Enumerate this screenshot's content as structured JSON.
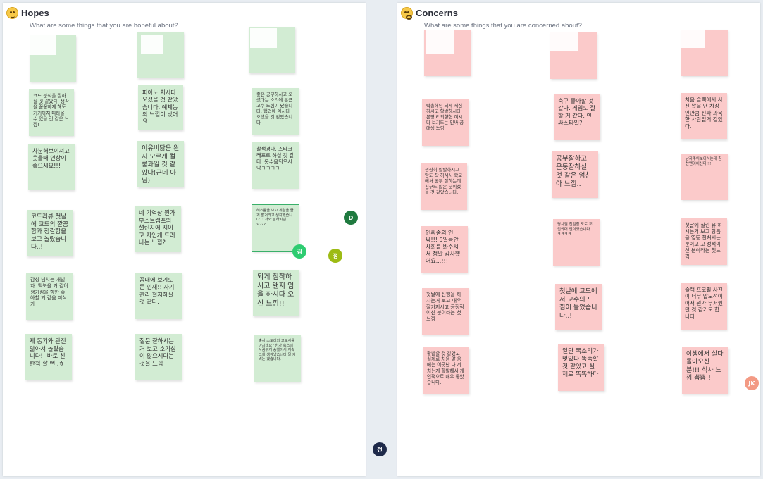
{
  "hopes": {
    "title": "Hopes",
    "subtitle": "What are some things that you are hopeful about?",
    "icon": "hopeful-face-icon",
    "notes": [
      "",
      "",
      "",
      "코드 분석을 잘하실 것 같았다. 생각을 꼼꼼하게 해도 거기까지 따라올 수 있을 것 같은 느낌!",
      "피아노 치시다 오셨을 것 같았습니다. 예체능의 느낌이 났어요",
      "좋은 공부하시고 오셨다는 소리에 은근 고수 느낌이 났습니다. 협업에 계시다 오셨을 것 같았습니다",
      "차분해보이셔고 웃을때 인상이 좋으세요!!!",
      "이유비닮음 완지 모르게 컬룽과일 것 같았다(근데 아님)",
      "찰색경다. 스타크래프트 하실 것 같다. 웃수음되으시닥ㅋㅋㅋㅋ",
      "코드리뷰 첫날에 코드의 깔끔함과 정갈함을 보고 놀랐습니다..!",
      "네 기억상 뭔가 부스트캠프의 챌린지에 지이고 지인게 드러나는 느낌?",
      "헤스톨을 보고 게임을 즐겨 할거라고 생각했습니다..! 저와 잘하시던요???",
      "감성 넘치는 개발자. 맥북을 거 같이 생기심을 항한 좋아할 거 같음 미식가",
      "꼼대에 보기도 든 인재!! 자기관리 철저하실 것 같다.",
      "되게 침착하시고 왠지 임을 하시다 오신 느낌!!",
      "제 동기와 완전 닮아서 놀랐습니다!! 바로 친한척 할 뻔..ㅎ",
      "질문 잘하시는 거 보고 호기심이 많으시다는 것을 느낌",
      "축서 스토리의 코로사를 아시네요? 한가 축스의 사람두게 승했어서 계속 그게 생각났습니다 될 가벼는 겠습니다."
    ]
  },
  "concerns": {
    "title": "Concerns",
    "subtitle": "What are some things that you are concerned about?",
    "icon": "worried-face-icon",
    "notes": [
      "",
      "",
      "",
      "박총해님 되게 세심하시고 활발하시다 본영 E 외향형 이시다 보기도는 인싸 공대생 느낌",
      "축구 좋아할 것 같다. 게임도 잘할 거 같다. 인싸스타일?",
      "처음 슬랙에서 사진 봤을 땐 차장인만큼 진짜 과묵한 사람일거 같았다.",
      "굉장히 활발하시고 맘도 착 하셔서 학교에서 공부 잘하는데 친구도 많은 분이셨을 것 같았습니다.",
      "공부잘하고 운동잘하실 것 같은 엄친아 느낌..",
      "남자주위보이셔는데 침찬밴이이신다!!!",
      "인싸중의 인싸!!! 5일동안 사회를 봐주셔서 정말 감사했어요...!!!",
      "평차원 친밀할 도로 조인와머 엔이였습니다..ㅋㅋㅋㅋ",
      "첫날에 질린 유 하시는거 보고 항듬을 영등 한쳐시는 분이고 고 정적이신 분이라는 첫느낌",
      "첫날에 진행을 하시는거 보고 매우 잘가지시고 긍정적이신 분이라는 첫느낌",
      "첫날에 코드에서 고수의 느낌이 들었습니다..!",
      "슬랙 프로필 사진이 너무 압도적이어서 뭔가 무서웠던 것 같기도 합니다..",
      "활발할 것 같았고 실제로 처음 알 음에는 어긋난 나 끼치는게 활발해서 개인적으로 매우 좋았습니다.",
      "일단 목소리가 멋있다 똑똑할 것 같았고 실제로 똑똑하다",
      "야생에서 살다 돌아오신 분!!! 석사 느낌 뿜뿜!!"
    ]
  },
  "cursors": [
    "D",
    "김",
    "정",
    "전",
    "JK"
  ],
  "colors": {
    "hope_note": "#d2ecd3",
    "concern_note": "#fbcaca",
    "board_bg": "#e8edf2"
  }
}
